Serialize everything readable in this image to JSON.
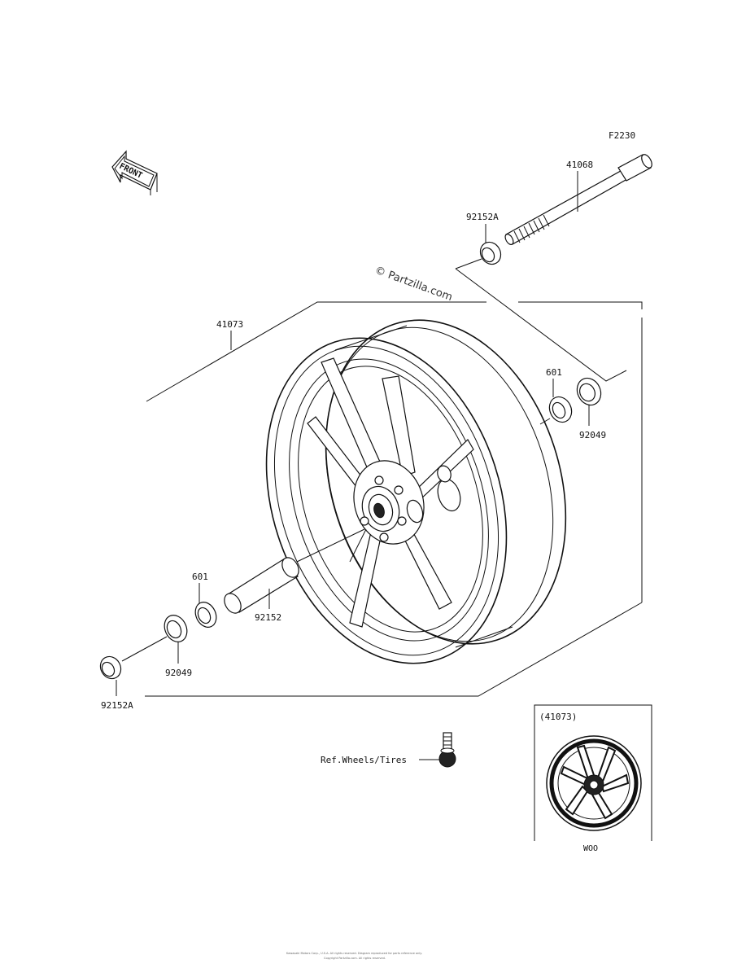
{
  "diagram": {
    "code": "F2230",
    "front_label": "FRONT",
    "watermark": "© Partzilla.com",
    "parts": {
      "axle": "41068",
      "collar_top": "92152A",
      "wheel": "41073",
      "bearing_right": "601",
      "seal_right": "92049",
      "bearing_left": "601",
      "spacer": "92152",
      "seal_left": "92049",
      "collar_bottom": "92152A"
    },
    "reference": "Ref.Wheels/Tires",
    "inset": {
      "title": "(41073)",
      "caption": "WOO"
    },
    "footer_line1": "Kawasaki Motors Corp., U.S.A. All rights reserved. Diagram reproduced for parts reference only.",
    "footer_line2": "Copyright Partzilla.com. All rights reserved."
  }
}
